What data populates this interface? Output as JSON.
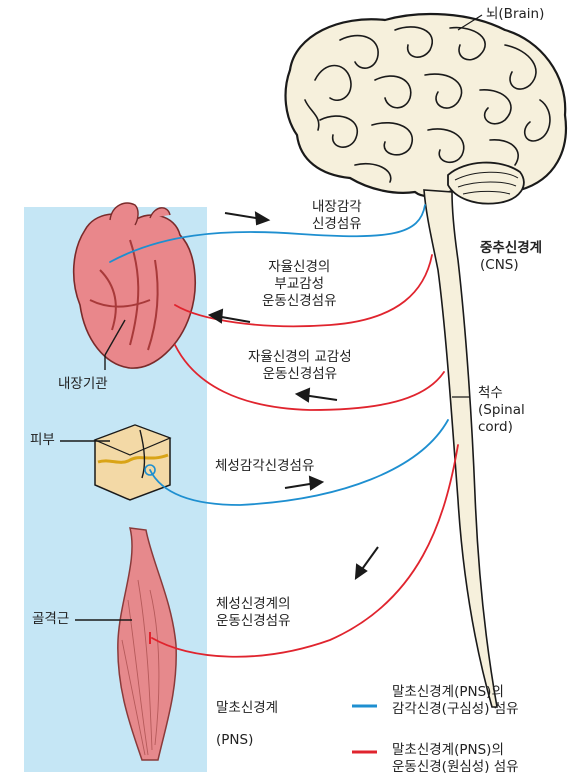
{
  "colors": {
    "panel": "#c5e6f5",
    "sensory_fiber": "#1e8fd0",
    "motor_fiber": "#e0242e",
    "brain_fill": "#f6f0dc",
    "spinal_cord_fill": "#f6f0dc",
    "heart": "#e9878b",
    "muscle": "#e6898c",
    "skin": "#f3d9a6"
  },
  "labels": {
    "brain": "뇌(Brain)",
    "cns_title": "중추신경계",
    "cns_abbr": "(CNS)",
    "spinal_cord_ko": "척수",
    "spinal_cord_en_1": "(Spinal",
    "spinal_cord_en_2": "cord)",
    "visceral_sensory_1": "내장감각",
    "visceral_sensory_2": "신경섬유",
    "parasympathetic_1": "자율신경의",
    "parasympathetic_2": "부교감성",
    "parasympathetic_3": "운동신경섬유",
    "sympathetic_1": "자율신경의  교감성",
    "sympathetic_2": "운동신경섬유",
    "visceral_organ": "내장기관",
    "skin": "피부",
    "somatic_sensory": "체성감각신경섬유",
    "somatic_motor_1": "체성신경계의",
    "somatic_motor_2": "운동신경섬유",
    "skeletal_muscle": "골격근",
    "pns_title": "말초신경계",
    "pns_abbr": "(PNS)"
  },
  "legend": [
    {
      "line1": "말초신경계(PNS)의",
      "line2": "감각신경(구심성)  섬유",
      "color_key": "sensory_fiber"
    },
    {
      "line1": "말초신경계(PNS)의",
      "line2": "운동신경(원심성)  섬유",
      "color_key": "motor_fiber"
    }
  ]
}
